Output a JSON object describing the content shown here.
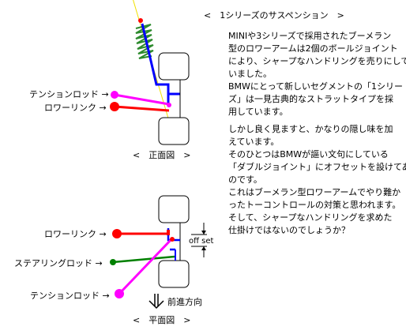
{
  "title": "<　1シリーズのサスペンション　>",
  "paragraphs": [
    [
      "MINIや3シリーズで採用されたブーメラン",
      "型のロワーアームは2個のボールジョイント",
      "により、シャープなハンドリングを売りにして",
      "いました。"
    ],
    [
      "BMWにとって新しいセグメントの「1シリー",
      "ズ」は一見古典的なストラットタイプを採",
      "用しています。"
    ],
    [
      "しかし良く見ますと、かなりの隠し味を加",
      "えています。",
      "そのひとつはBMWが謳い文句にしている",
      "「ダブルジョイント」にオフセットを設けてある",
      "のです。"
    ],
    [
      "これはブーメラン型ロワーアームでやり難か",
      "ったトーコントロールの対策と思われます。",
      "そして、シャープなハンドリングを求めた",
      "仕掛けではないのでしょうか？"
    ]
  ],
  "front_view": {
    "caption": "<　正面図　>",
    "labels": {
      "tension_rod": "テンションロッド →",
      "lower_link": "ロワーリンク →"
    }
  },
  "plan_view": {
    "caption": "<　平面図　>",
    "labels": {
      "lower_link": "ロワーリンク →",
      "steering_rod": "ステアリングロッド →",
      "tension_rod": "テンションロッド →",
      "offset": "off set",
      "direction": "前進方向"
    }
  },
  "colors": {
    "strut": "#0000ff",
    "spring": "#2e8b2e",
    "axis_line": "#f0e000",
    "lower_link": "#ff0000",
    "tension_rod": "#ff00ff",
    "steering_rod": "#008000",
    "tire_outline": "#000000"
  }
}
